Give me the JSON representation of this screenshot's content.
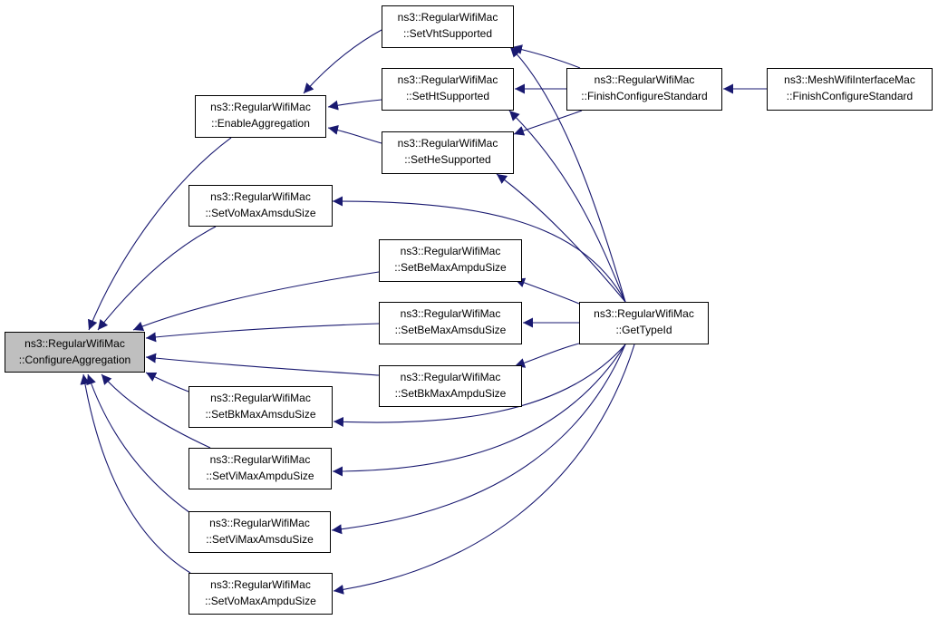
{
  "diagram": {
    "edge_color": "#191970",
    "focus_fill": "#bfbfbf",
    "nodes": [
      {
        "id": "configure",
        "line1": "ns3::RegularWifiMac",
        "line2": "::ConfigureAggregation",
        "focus": true
      },
      {
        "id": "enableagg",
        "line1": "ns3::RegularWifiMac",
        "line2": "::EnableAggregation"
      },
      {
        "id": "setvomaxamsdu",
        "line1": "ns3::RegularWifiMac",
        "line2": "::SetVoMaxAmsduSize"
      },
      {
        "id": "setbkmaxamsdu",
        "line1": "ns3::RegularWifiMac",
        "line2": "::SetBkMaxAmsduSize"
      },
      {
        "id": "setvimaxampdu",
        "line1": "ns3::RegularWifiMac",
        "line2": "::SetViMaxAmpduSize"
      },
      {
        "id": "setvimaxamsdu",
        "line1": "ns3::RegularWifiMac",
        "line2": "::SetViMaxAmsduSize"
      },
      {
        "id": "setvomaxampdu",
        "line1": "ns3::RegularWifiMac",
        "line2": "::SetVoMaxAmpduSize"
      },
      {
        "id": "setvht",
        "line1": "ns3::RegularWifiMac",
        "line2": "::SetVhtSupported"
      },
      {
        "id": "setht",
        "line1": "ns3::RegularWifiMac",
        "line2": "::SetHtSupported"
      },
      {
        "id": "sethe",
        "line1": "ns3::RegularWifiMac",
        "line2": "::SetHeSupported"
      },
      {
        "id": "setbemaxampdu",
        "line1": "ns3::RegularWifiMac",
        "line2": "::SetBeMaxAmpduSize"
      },
      {
        "id": "setbemaxamsdu",
        "line1": "ns3::RegularWifiMac",
        "line2": "::SetBeMaxAmsduSize"
      },
      {
        "id": "setbkmaxampdu",
        "line1": "ns3::RegularWifiMac",
        "line2": "::SetBkMaxAmpduSize"
      },
      {
        "id": "finishconf",
        "line1": "ns3::RegularWifiMac",
        "line2": "::FinishConfigureStandard"
      },
      {
        "id": "gettypeid",
        "line1": "ns3::RegularWifiMac",
        "line2": "::GetTypeId"
      },
      {
        "id": "meshfinish",
        "line1": "ns3::MeshWifiInterfaceMac",
        "line2": "::FinishConfigureStandard"
      }
    ],
    "edges": [
      {
        "from": "enableagg",
        "to": "configure"
      },
      {
        "from": "setvomaxamsdu",
        "to": "configure"
      },
      {
        "from": "setbemaxampdu",
        "to": "configure"
      },
      {
        "from": "setbemaxamsdu",
        "to": "configure"
      },
      {
        "from": "setbkmaxampdu",
        "to": "configure"
      },
      {
        "from": "setbkmaxamsdu",
        "to": "configure"
      },
      {
        "from": "setvimaxampdu",
        "to": "configure"
      },
      {
        "from": "setvimaxamsdu",
        "to": "configure"
      },
      {
        "from": "setvomaxampdu",
        "to": "configure"
      },
      {
        "from": "setvht",
        "to": "enableagg"
      },
      {
        "from": "setht",
        "to": "enableagg"
      },
      {
        "from": "sethe",
        "to": "enableagg"
      },
      {
        "from": "finishconf",
        "to": "setvht"
      },
      {
        "from": "finishconf",
        "to": "setht"
      },
      {
        "from": "finishconf",
        "to": "sethe"
      },
      {
        "from": "meshfinish",
        "to": "finishconf"
      },
      {
        "from": "gettypeid",
        "to": "setvht"
      },
      {
        "from": "gettypeid",
        "to": "setht"
      },
      {
        "from": "gettypeid",
        "to": "sethe"
      },
      {
        "from": "gettypeid",
        "to": "setvomaxamsdu"
      },
      {
        "from": "gettypeid",
        "to": "setbemaxampdu"
      },
      {
        "from": "gettypeid",
        "to": "setbemaxamsdu"
      },
      {
        "from": "gettypeid",
        "to": "setbkmaxampdu"
      },
      {
        "from": "gettypeid",
        "to": "setbkmaxamsdu"
      },
      {
        "from": "gettypeid",
        "to": "setvimaxampdu"
      },
      {
        "from": "gettypeid",
        "to": "setvimaxamsdu"
      },
      {
        "from": "gettypeid",
        "to": "setvomaxampdu"
      }
    ]
  }
}
